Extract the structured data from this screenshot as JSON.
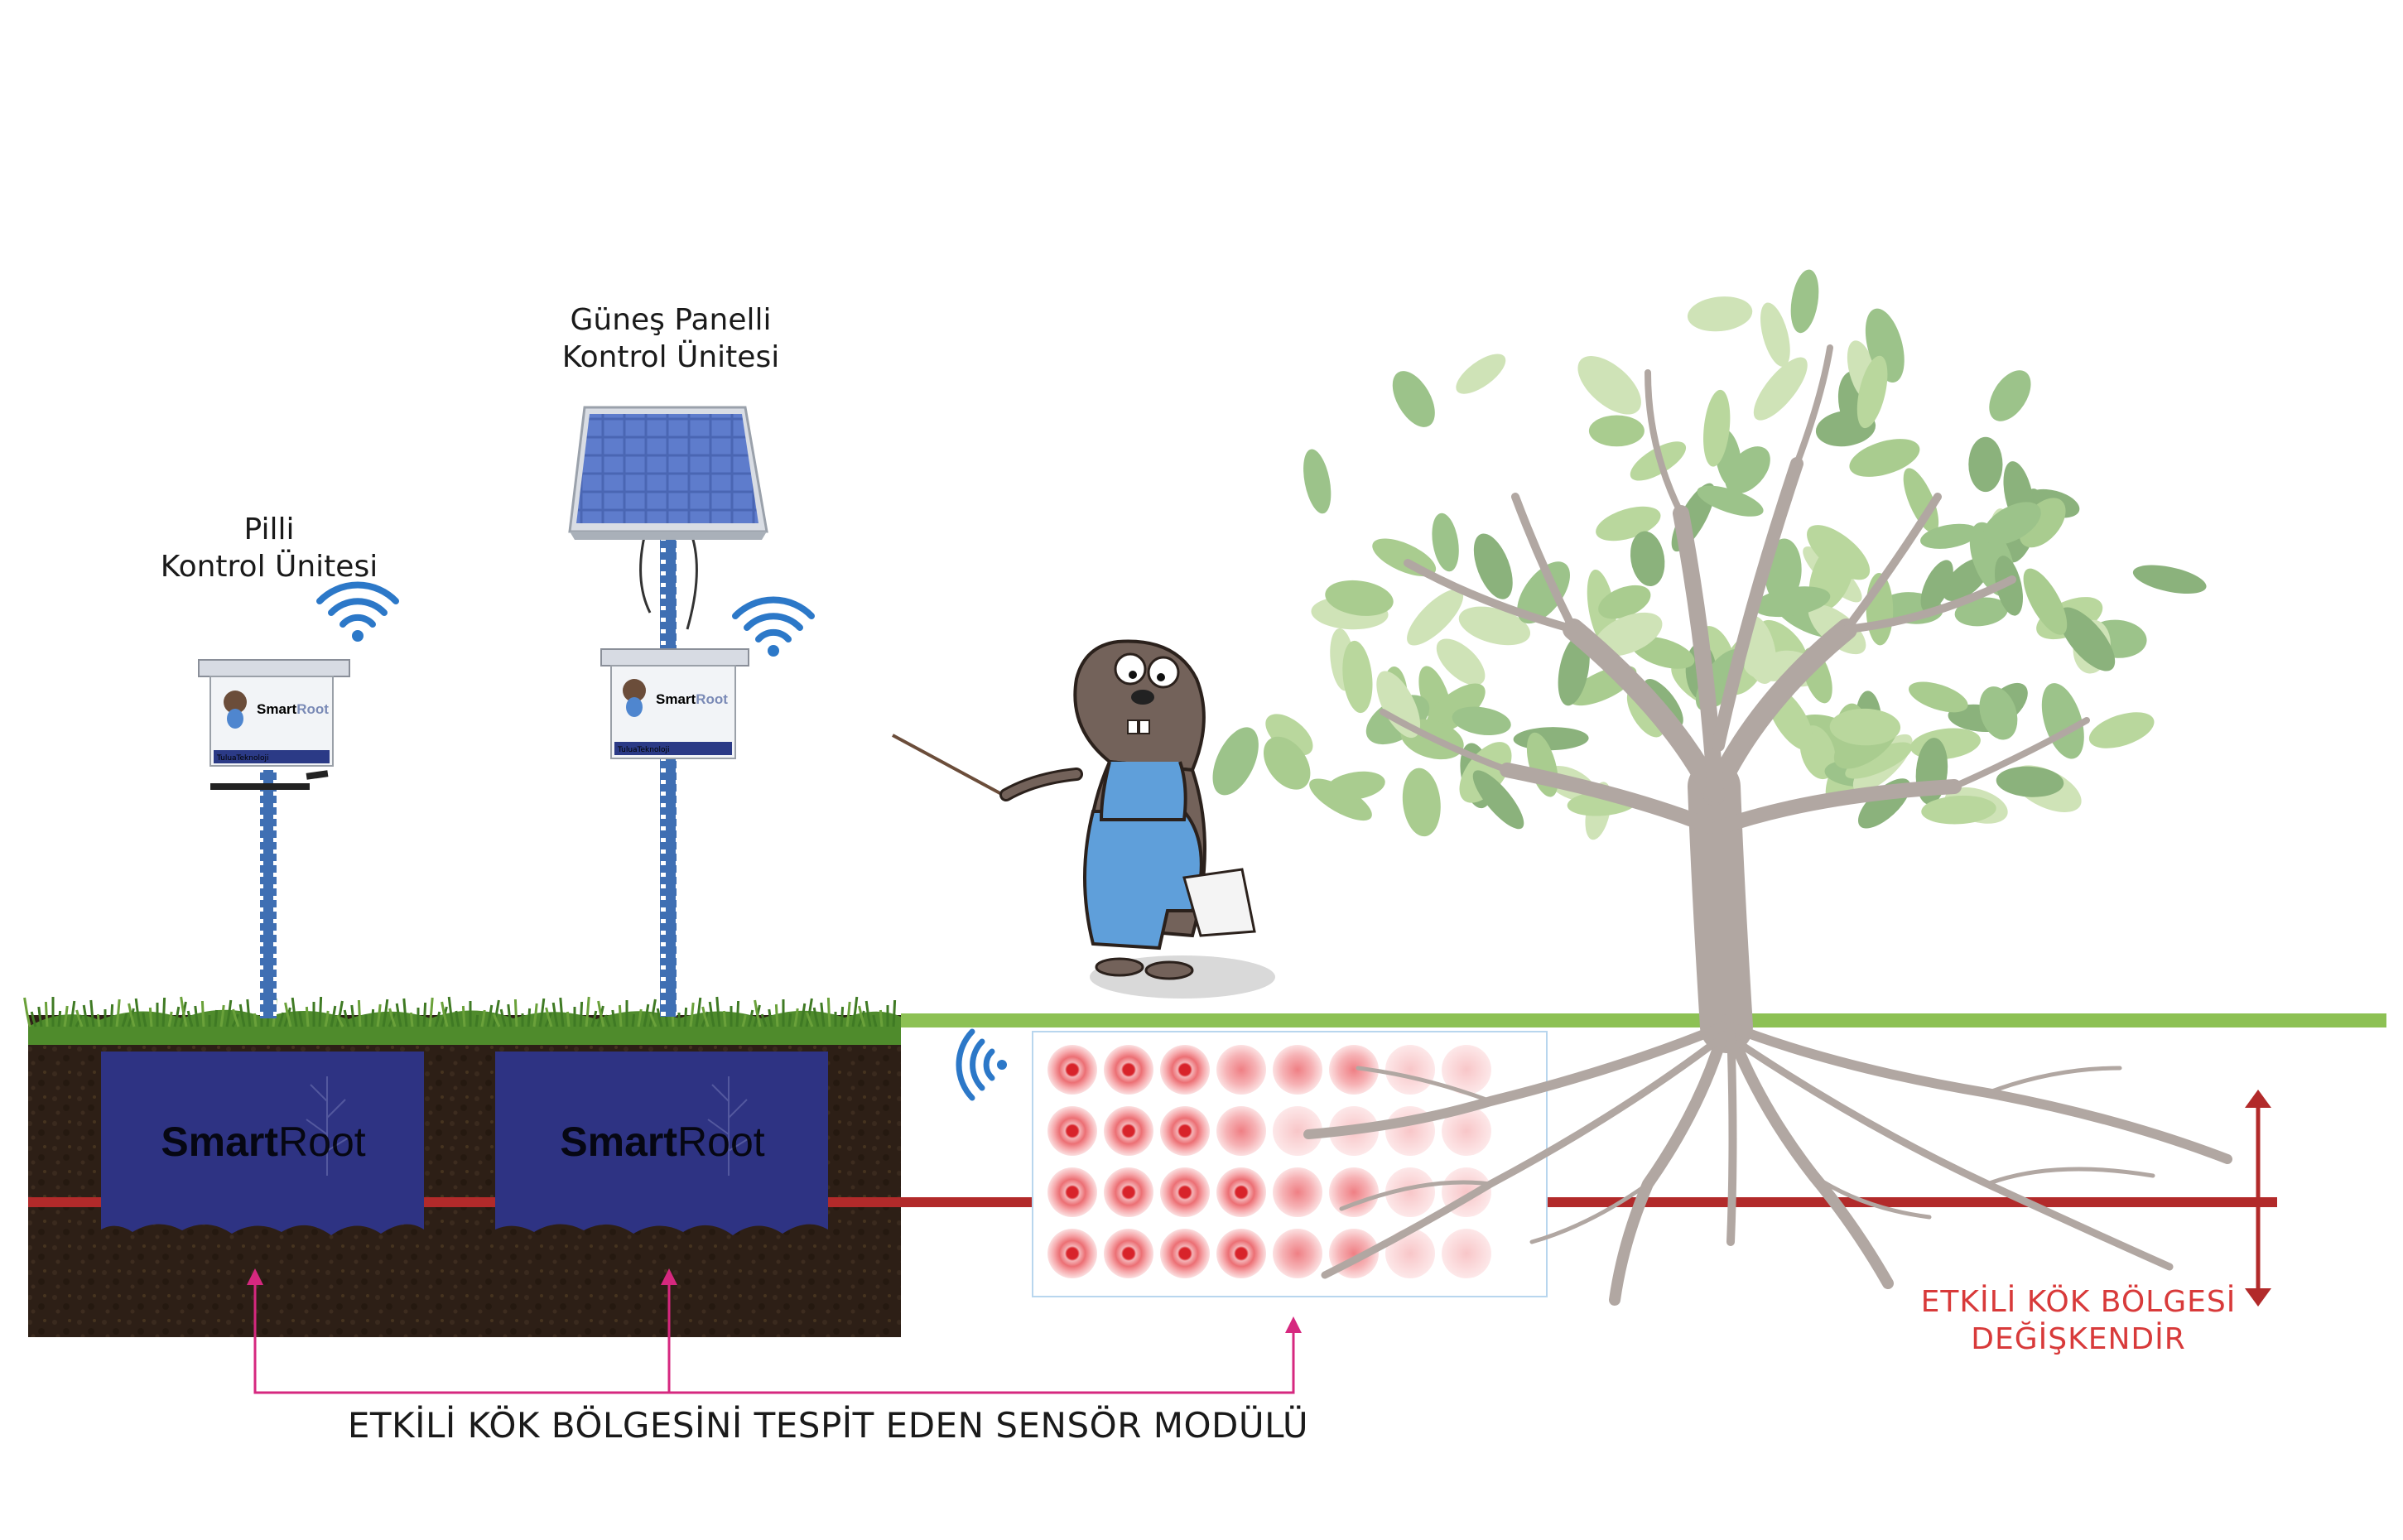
{
  "labels": {
    "battery_unit": [
      "Pilli",
      "Kontrol Ünitesi"
    ],
    "solar_unit": [
      "Güneş Panelli",
      "Kontrol Ünitesi"
    ],
    "sensor_module_caption": "ETKİLİ KÖK BÖLGESİNİ TESPİT EDEN SENSÖR MODÜLÜ",
    "root_zone_note": [
      "ETKİLİ KÖK BÖLGESİ",
      "DEĞİŞKENDİR"
    ]
  },
  "brand": {
    "name_part1": "Smart",
    "name_part2": "Root",
    "box_footer": "TuluaTeknoloji"
  },
  "icons": {
    "wifi": "wifi-icon",
    "arrow": "arrow-up-icon",
    "mascot": "mole-mascot",
    "tree": "tree-illustration",
    "solar": "solar-panel"
  },
  "colors": {
    "grass_line": "#8dc154",
    "red_line": "#b22a2a",
    "magenta": "#d6287f",
    "wifi_blue": "#2c78c8",
    "sensor_blue": "#2e3383",
    "soil": "#2d1f16",
    "trunk": "#b1a7a2",
    "zone_text": "#d83a3a"
  },
  "sensor_grid": {
    "rows": 4,
    "cols": 8
  }
}
